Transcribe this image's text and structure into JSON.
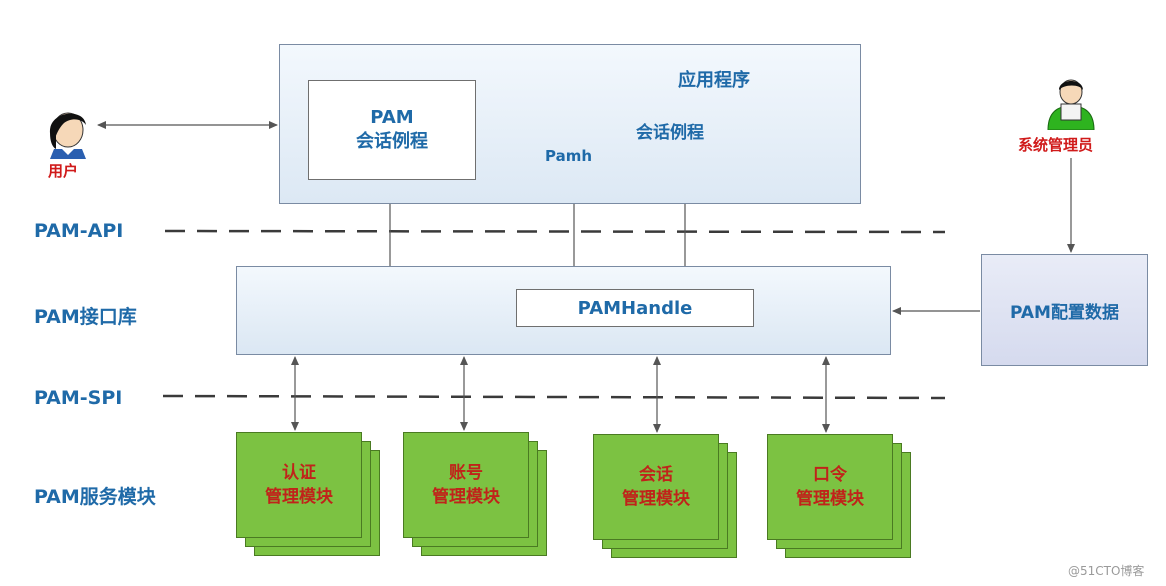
{
  "app_box": {
    "title": "应用程序",
    "session_routine": "会话例程",
    "pamh": "Pamh"
  },
  "pam_session_box": {
    "line1": "PAM",
    "line2": "会话例程"
  },
  "left_labels": {
    "api": "PAM-API",
    "lib": "PAM接口库",
    "spi": "PAM-SPI",
    "modules": "PAM服务模块"
  },
  "pam_handle": "PAMHandle",
  "config": "PAM配置数据",
  "user": "用户",
  "admin": "系统管理员",
  "modules": [
    {
      "line1": "认证",
      "line2": "管理模块"
    },
    {
      "line1": "账号",
      "line2": "管理模块"
    },
    {
      "line1": "会话",
      "line2": "管理模块"
    },
    {
      "line1": "口令",
      "line2": "管理模块"
    }
  ],
  "watermark": "@51CTO博客",
  "colors": {
    "label_blue": "#1f6aa8",
    "module_green": "#7cc242",
    "module_text_red": "#c0231a",
    "person_red": "#d01a1a"
  }
}
